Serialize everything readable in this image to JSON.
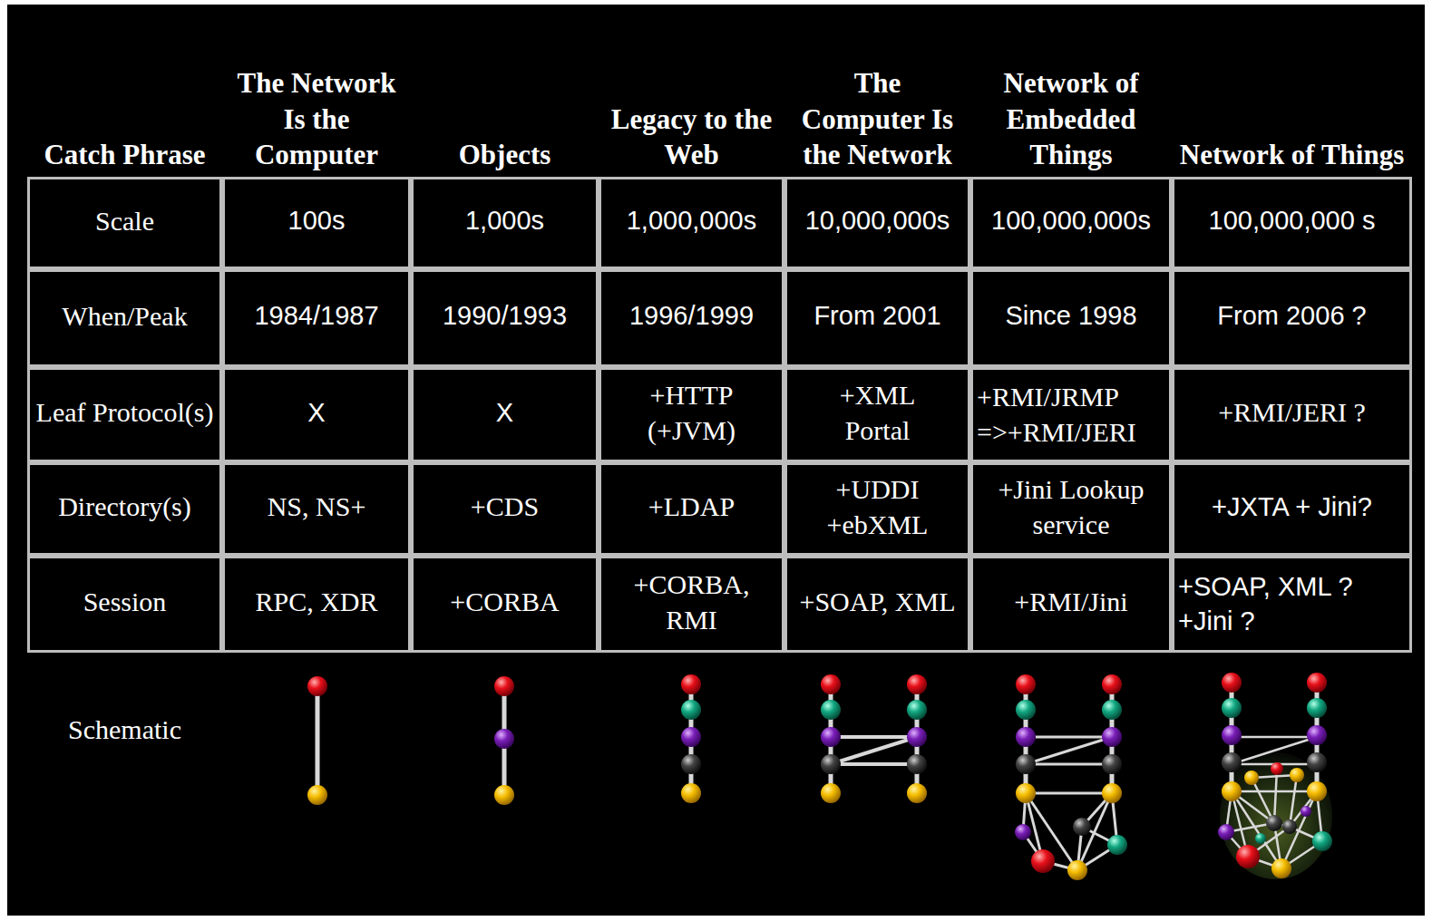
{
  "diagram": {
    "labels": [
      "Catch Phrase",
      "The Network Is the Computer",
      "Objects",
      "Legacy to the Web",
      "The Computer Is the Network",
      "Network of Embedded Things",
      "Network of Things",
      "Scale",
      "100s",
      "1,000s",
      "1,000,000s",
      "10,000,000s",
      "100,000,000s",
      "100,000,000 s",
      "When/Peak",
      "1984/1987",
      "1990/1993",
      "1996/1999",
      "From 2001",
      "Since 1998",
      "From 2006 ?",
      "Leaf Protocol(s)",
      "X",
      "X",
      "+HTTP (+JVM)",
      "+XML Portal",
      "+RMI/JRMP =>+RMI/JERI",
      "+RMI/JERI ?",
      "Directory(s)",
      "NS, NS+",
      "+CDS",
      "+LDAP",
      "+UDDI +ebXML",
      "+Jini Lookup service",
      "+JXTA + Jini?",
      "Session",
      "RPC, XDR",
      "+CORBA",
      "+CORBA, RMI",
      "+SOAP, XML",
      "+RMI/Jini",
      "+SOAP, XML ? +Jini ?",
      "Schematic"
    ]
  }
}
